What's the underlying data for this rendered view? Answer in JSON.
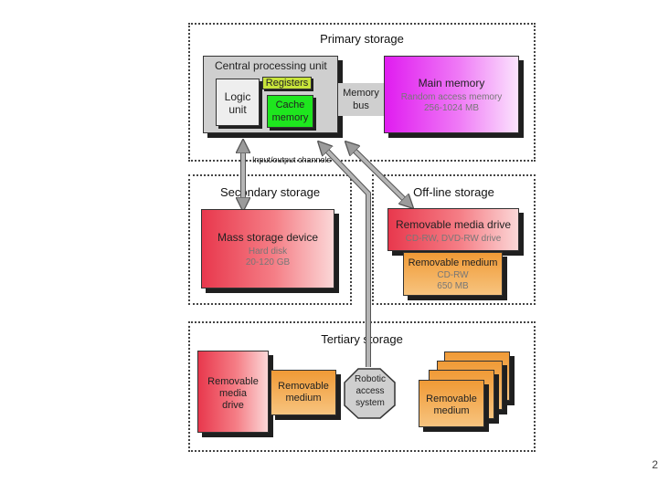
{
  "primary": {
    "title": "Primary storage",
    "cpu": {
      "title": "Central processing unit",
      "registers": "Registers",
      "logic_unit": [
        "Logic",
        "unit"
      ],
      "cache": [
        "Cache",
        "memory"
      ]
    },
    "memory_bus": [
      "Memory",
      "bus"
    ],
    "main_memory": {
      "title": "Main memory",
      "line1": "Random access memory",
      "line2": "256-1024 MB"
    }
  },
  "io_label": "Input/output channels",
  "secondary": {
    "title": "Secondary storage",
    "mass": {
      "title": "Mass storage device",
      "line1": "Hard disk",
      "line2": "20-120 GB"
    }
  },
  "offline": {
    "title": "Off-line storage",
    "drive": {
      "title": "Removable media drive",
      "line1": "CD-RW, DVD-RW drive"
    },
    "medium": {
      "title": "Removable medium",
      "line1": "CD-RW",
      "line2": "650 MB"
    }
  },
  "tertiary": {
    "title": "Tertiary storage",
    "drive": [
      "Removable",
      "media",
      "drive"
    ],
    "medium": [
      "Removable",
      "medium"
    ],
    "robotic": [
      "Robotic",
      "access",
      "system"
    ],
    "stack_medium": [
      "Removable",
      "medium"
    ]
  },
  "page_number": "2",
  "colors": {
    "cpu_gray": "#cfcfcf",
    "registers": "#c7e33a",
    "cache": "#1ee61e",
    "arrow": "#b5b5b5"
  }
}
